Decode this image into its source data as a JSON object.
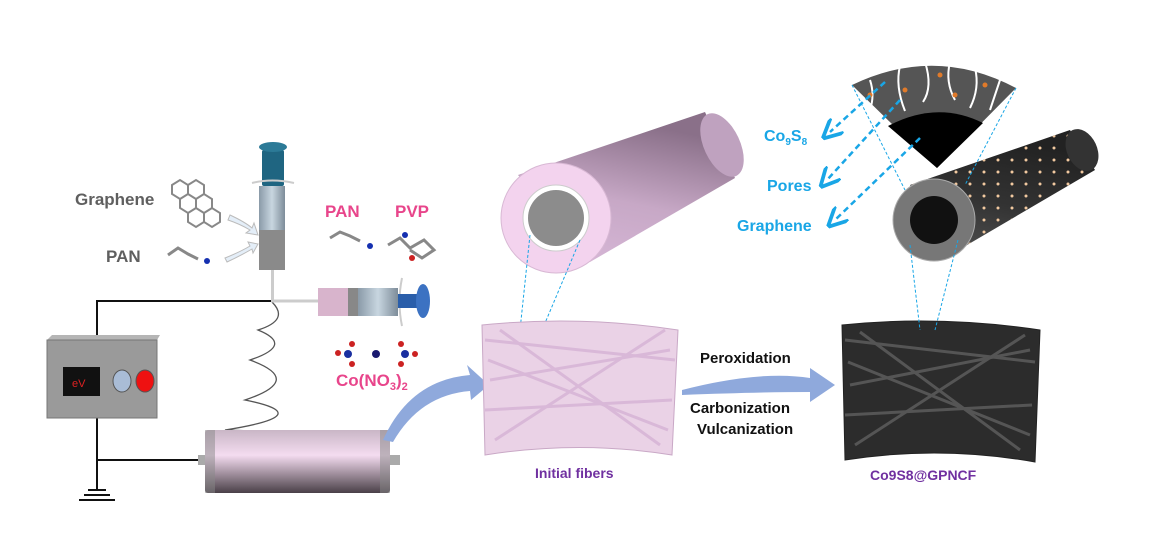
{
  "electrospinning": {
    "graphene_label": "Graphene",
    "pan_label_gray": "PAN",
    "pan_label_pink": "PAN",
    "pvp_label": "PVP",
    "cobalt_nitrate": {
      "main": "Co(NO",
      "sub1": "3",
      "close": ")",
      "sub2": "2"
    },
    "power_display": "eV"
  },
  "process": {
    "step1": "Peroxidation",
    "step2": "Carbonization",
    "step3": "Vulcanization"
  },
  "products": {
    "initial_label": "Initial fibers",
    "final_label": "Co9S8@GPNCF"
  },
  "annotations": {
    "co9s8": {
      "a": "Co",
      "s1": "9",
      "b": "S",
      "s2": "8"
    },
    "pores": "Pores",
    "graphene": "Graphene"
  },
  "colors": {
    "cyan": "#19a6e6",
    "pink": "#e8458b",
    "purple": "#7030a0",
    "arrow": "#8fa9dc"
  }
}
